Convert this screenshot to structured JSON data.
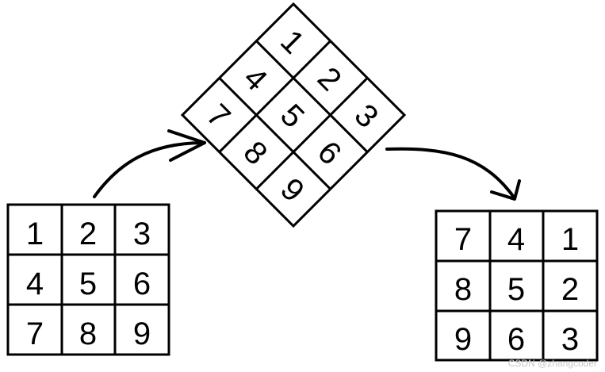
{
  "original_matrix": {
    "cells": [
      [
        "1",
        "2",
        "3"
      ],
      [
        "4",
        "5",
        "6"
      ],
      [
        "7",
        "8",
        "9"
      ]
    ]
  },
  "rotated_matrix": {
    "cells": [
      [
        "1",
        "2",
        "3"
      ],
      [
        "4",
        "5",
        "6"
      ],
      [
        "7",
        "8",
        "9"
      ]
    ]
  },
  "result_matrix": {
    "cells": [
      [
        "7",
        "4",
        "1"
      ],
      [
        "8",
        "5",
        "2"
      ],
      [
        "9",
        "6",
        "3"
      ]
    ]
  },
  "watermark": "CSDN @zhangcoder"
}
